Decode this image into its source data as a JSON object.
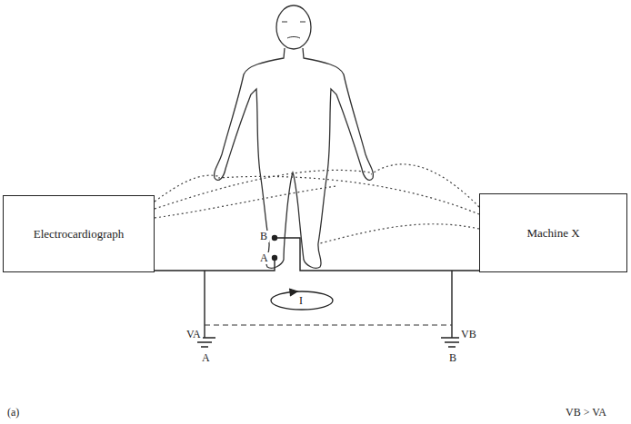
{
  "diagram": {
    "nodes": [
      {
        "text": [
          "Electrocardiograph"
        ]
      },
      {
        "text": [
          "Machine X"
        ]
      }
    ],
    "labels": [
      "B",
      "A",
      "I",
      "VA",
      "VB",
      "A",
      "B",
      "(a)",
      "VB > VA"
    ]
  }
}
